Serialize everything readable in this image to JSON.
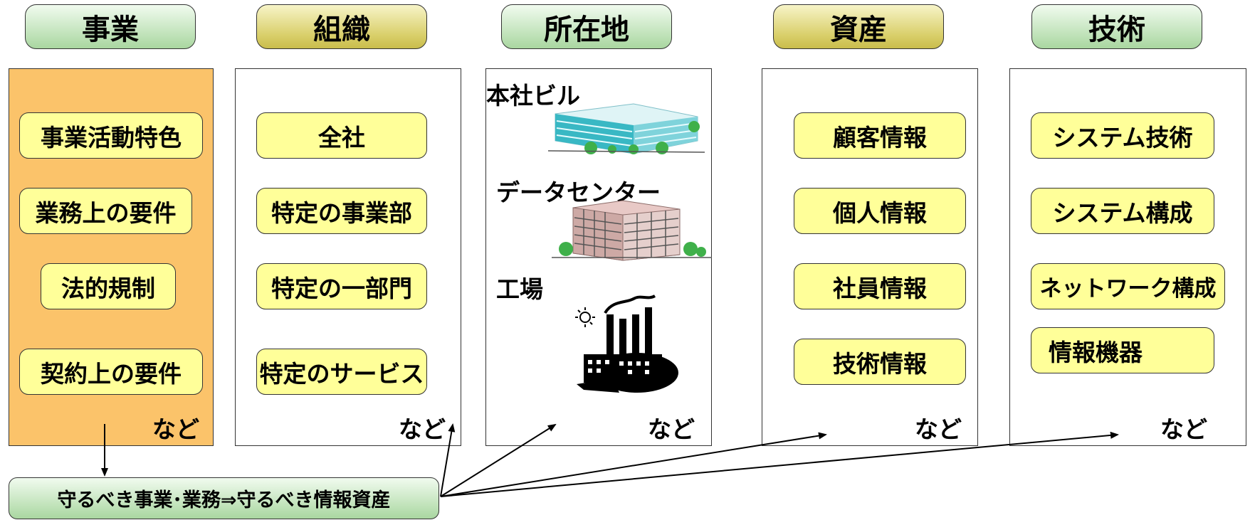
{
  "headers": {
    "business": "事業",
    "organization": "組織",
    "location": "所在地",
    "assets": "資産",
    "technology": "技術"
  },
  "business_items": [
    "事業活動特色",
    "業務上の要件",
    "法的規制",
    "契約上の要件"
  ],
  "organization_items": [
    "全社",
    "特定の事業部",
    "特定の一部門",
    "特定のサービス"
  ],
  "location_items": [
    "本社ビル",
    "データセンター",
    "工場"
  ],
  "asset_items": [
    "顧客情報",
    "個人情報",
    "社員情報",
    "技術情報"
  ],
  "technology_items": [
    "システム技術",
    "システム構成",
    "ネットワーク構成",
    "情報機器"
  ],
  "etc_label": "など",
  "bottom_label": "守るべき事業･業務⇒守るべき情報資産",
  "icons": [
    "office-building-icon",
    "data-center-icon",
    "factory-icon"
  ]
}
